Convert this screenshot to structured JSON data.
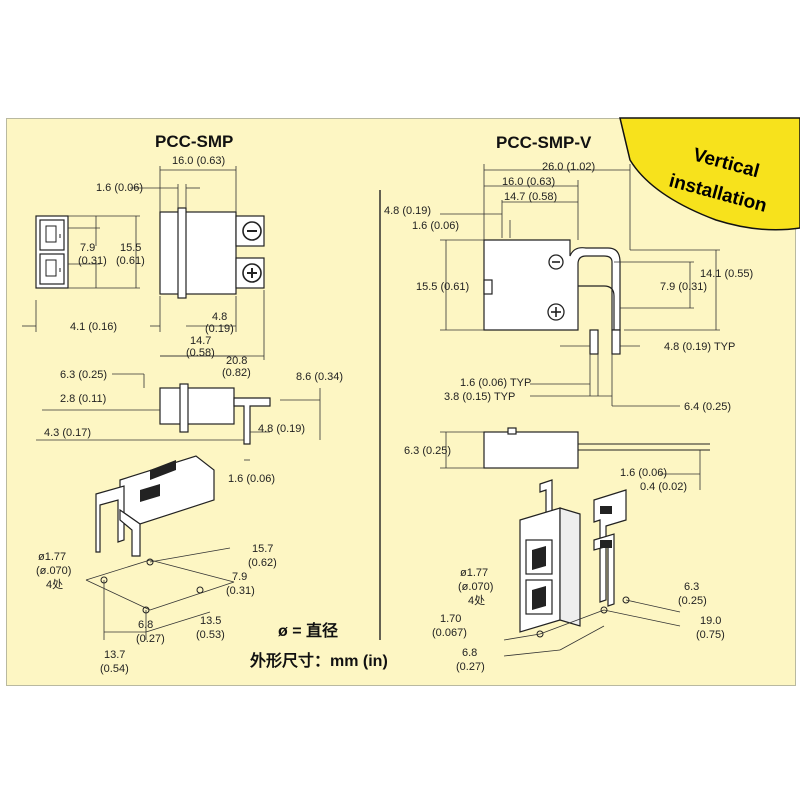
{
  "titles": {
    "left": "PCC-SMP",
    "right": "PCC-SMP-V"
  },
  "badge": {
    "line1": "Vertical",
    "line2": "installation",
    "color": "#f7e21c"
  },
  "left_dims": {
    "d_16_0": "16.0 (0.63)",
    "d_1_6": "1.6 (0.06)",
    "d_7_9a": "7.9",
    "d_7_9b": "(0.31)",
    "d_15_5a": "15.5",
    "d_15_5b": "(0.61)",
    "d_4_1": "4.1 (0.16)",
    "d_4_8a": "4.8",
    "d_4_8b": "(0.19)",
    "d_14_7a": "14.7",
    "d_14_7b": "(0.58)",
    "d_20_8a": "20.8",
    "d_20_8b": "(0.82)",
    "d_6_3": "6.3 (0.25)",
    "d_8_6": "8.6 (0.34)",
    "d_2_8": "2.8 (0.11)",
    "d_4_3": "4.3 (0.17)",
    "d_4_8c": "4.8 (0.19)",
    "d_1_6b": "1.6 (0.06)",
    "d_15_7a": "15.7",
    "d_15_7b": "(0.62)",
    "d_7_9c": "7.9",
    "d_7_9d": "(0.31)",
    "d_13_5a": "13.5",
    "d_13_5b": "(0.53)",
    "d_6_8a": "6.8",
    "d_6_8b": "(0.27)",
    "d_13_7a": "13.7",
    "d_13_7b": "(0.54)",
    "hole_a": "ø1.77",
    "hole_b": "(ø.070)",
    "hole_c": "4处"
  },
  "right_dims": {
    "d_26_0": "26.0 (1.02)",
    "d_16_0": "16.0 (0.63)",
    "d_14_7": "14.7 (0.58)",
    "d_4_8": "4.8 (0.19)",
    "d_1_6": "1.6 (0.06)",
    "d_15_5": "15.5 (0.61)",
    "d_14_1": "14.1 (0.55)",
    "d_7_9": "7.9 (0.31)",
    "d_4_8typ": "4.8 (0.19) TYP",
    "d_1_6typ": "1.6 (0.06) TYP",
    "d_3_8typ": "3.8 (0.15) TYP",
    "d_6_4": "6.4 (0.25)",
    "d_6_3": "6.3 (0.25)",
    "d_1_6b": "1.6 (0.06)",
    "d_0_4": "0.4 (0.02)",
    "hole_a": "ø1.77",
    "hole_b": "(ø.070)",
    "hole_c": "4处",
    "d_1_70a": "1.70",
    "d_1_70b": "(0.067)",
    "d_6_8a": "6.8",
    "d_6_8b": "(0.27)",
    "d_6_3a": "6.3",
    "d_6_3b": "(0.25)",
    "d_19_0a": "19.0",
    "d_19_0b": "(0.75)"
  },
  "legend": {
    "diameter": "ø = 直径",
    "units": "外形尺寸：mm (in)"
  }
}
